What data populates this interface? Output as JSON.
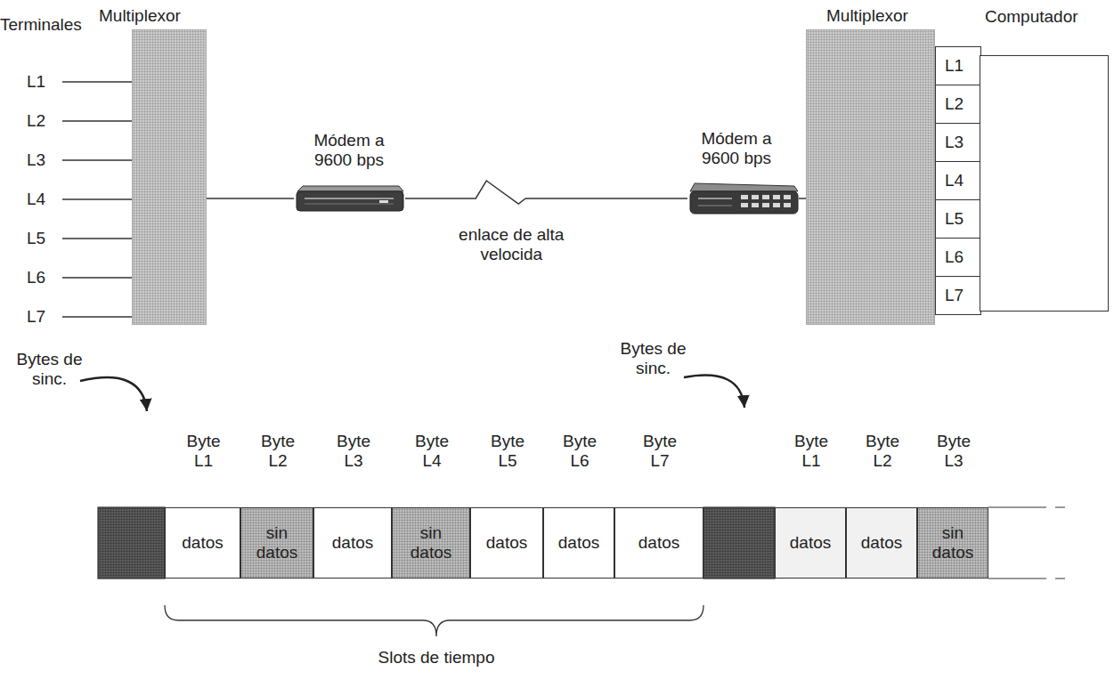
{
  "diagram": {
    "nodes": [
      {
        "text": [
          "Multiplexor"
        ]
      },
      {
        "text": [
          "Módem a 9600 bps"
        ]
      },
      {
        "text": [
          "Módem a 9600 bps"
        ]
      },
      {
        "text": [
          "Multiplexor"
        ]
      },
      {
        "text": [
          "L1"
        ]
      },
      {
        "text": [
          "L2"
        ]
      },
      {
        "text": [
          "L3"
        ]
      },
      {
        "text": [
          "L4"
        ]
      },
      {
        "text": [
          "L5"
        ]
      },
      {
        "text": [
          "L6"
        ]
      },
      {
        "text": [
          "L7"
        ]
      },
      {
        "text": [
          "Computador"
        ]
      },
      {
        "text": [
          "Byte L1",
          "datos"
        ]
      },
      {
        "text": [
          "Byte L2",
          "sin datos"
        ]
      },
      {
        "text": [
          "Byte L3",
          "datos"
        ]
      },
      {
        "text": [
          "Byte L4",
          "sin datos"
        ]
      },
      {
        "text": [
          "Byte L5",
          "datos"
        ]
      },
      {
        "text": [
          "Byte L6",
          "datos"
        ]
      },
      {
        "text": [
          "Byte L7",
          "datos"
        ]
      },
      {
        "text": [
          "Byte L1",
          "datos"
        ]
      },
      {
        "text": [
          "Byte L2",
          "datos"
        ]
      },
      {
        "text": [
          "Byte L3",
          "sin datos"
        ]
      }
    ],
    "edges": [
      {
        "from": 0,
        "to": 1,
        "arrow": "none"
      },
      {
        "from": 1,
        "to": 2,
        "label": "enlace de alta velocida",
        "arrow": "none"
      },
      {
        "from": 2,
        "to": 3,
        "arrow": "none"
      }
    ],
    "labels": [
      "Terminales",
      "L1",
      "L2",
      "L3",
      "L4",
      "L5",
      "L6",
      "L7",
      "Bytes de sinc.",
      "Bytes de sinc.",
      "Slots de tiempo"
    ]
  }
}
